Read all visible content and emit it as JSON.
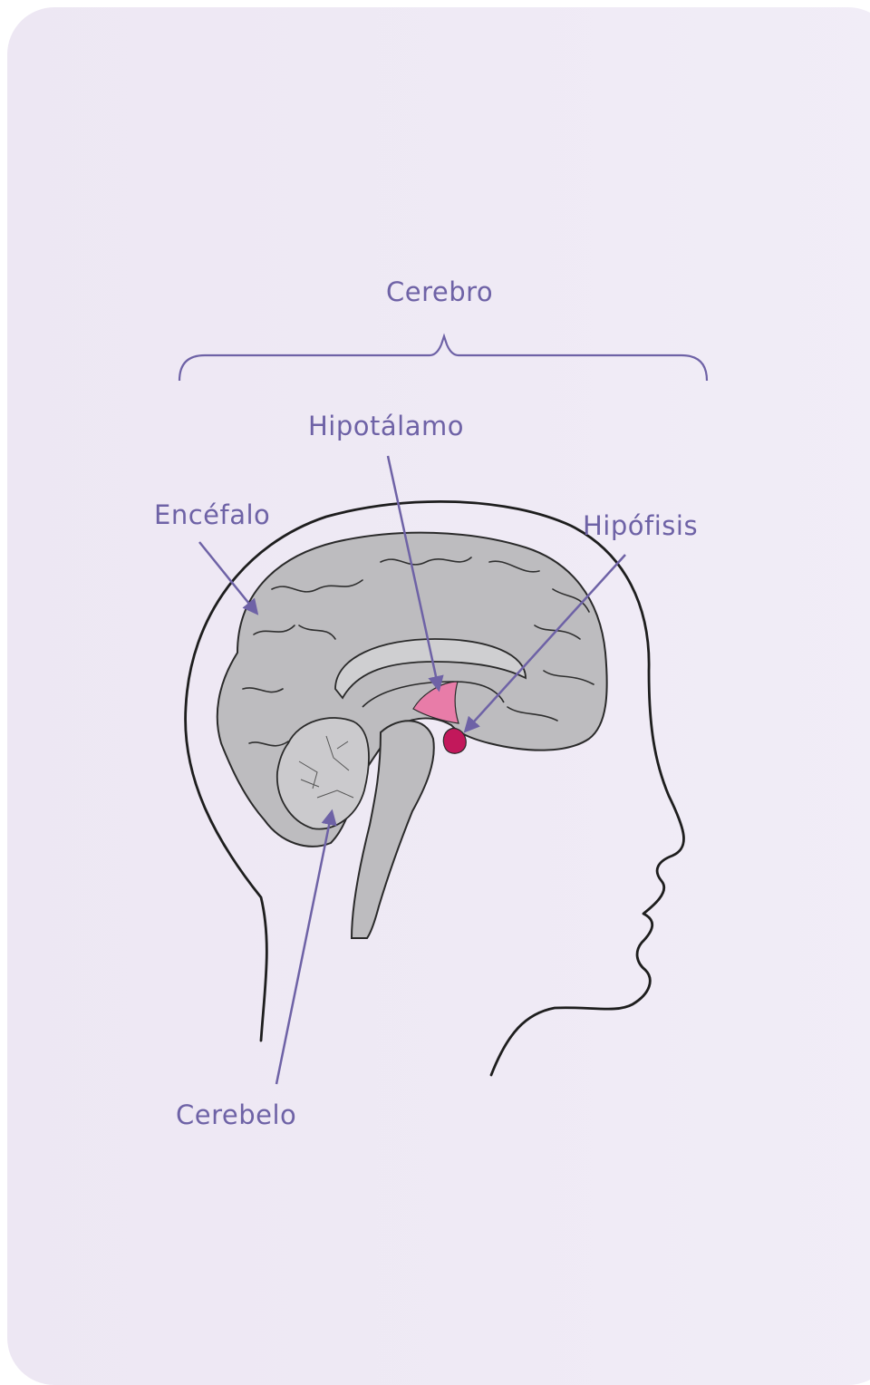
{
  "labels": {
    "cerebro": "Cerebro",
    "hipotalamo": "Hipotálamo",
    "encefalo": "Encéfalo",
    "hipofisis": "Hipófisis",
    "cerebelo": "Cerebelo"
  },
  "colors": {
    "label": "#6e62a6",
    "arrow": "#6e62a6",
    "brain_fill": "#bdbcbf",
    "outline": "#222222",
    "hypothalamus": "#e87ca8",
    "pituitary": "#c2185b",
    "background": "#eee8f4"
  }
}
